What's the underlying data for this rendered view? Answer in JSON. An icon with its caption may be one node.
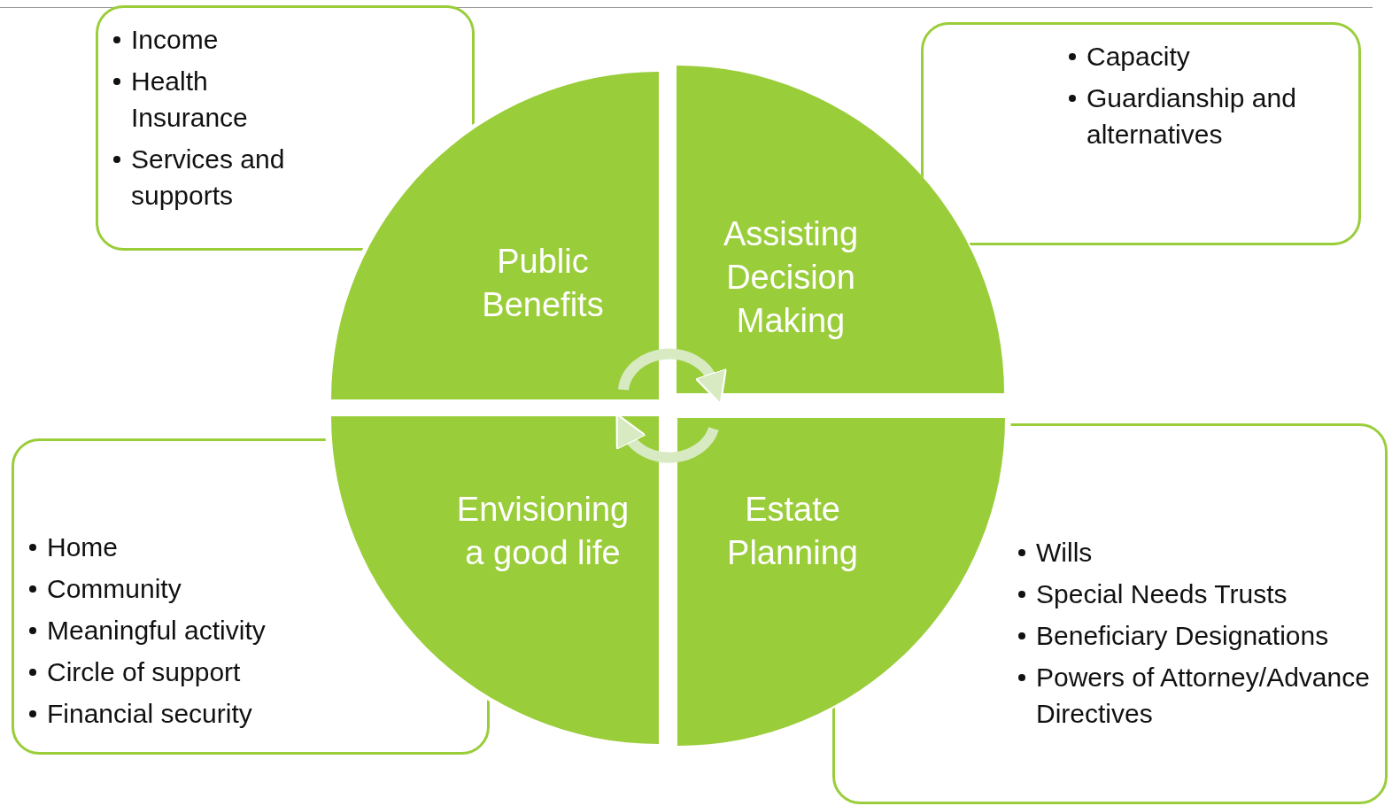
{
  "diagram": {
    "nodes": [
      {
        "text": [
          "Income",
          "Health Insurance",
          "Services and supports"
        ]
      },
      {
        "text": [
          "Capacity",
          "Guardianship and alternatives"
        ]
      },
      {
        "text": [
          "Public Benefits"
        ]
      },
      {
        "text": [
          "Assisting Decision Making"
        ]
      },
      {
        "text": [
          "Home",
          "Community",
          "Meaningful activity",
          "Circle of support",
          "Financial security"
        ]
      },
      {
        "text": [
          "Envisioning a good life"
        ]
      },
      {
        "text": [
          "Estate Planning"
        ]
      },
      {
        "text": [
          "Wills",
          "Special Needs Trusts",
          "Beneficiary Designations",
          "Powers of Attorney/Advance Directives"
        ]
      }
    ],
    "edges": [
      {
        "from": 2,
        "to": 3,
        "arrow": "to"
      },
      {
        "from": 6,
        "to": 5,
        "arrow": "to"
      }
    ]
  }
}
